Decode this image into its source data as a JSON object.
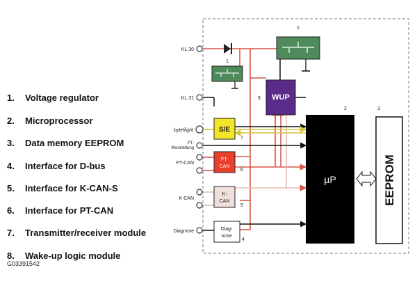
{
  "legend": [
    {
      "num": "1.",
      "label": "Voltage regulator"
    },
    {
      "num": "2.",
      "label": "Microprocessor"
    },
    {
      "num": "3.",
      "label": "Data memory EEPROM"
    },
    {
      "num": "4.",
      "label": "Interface for D-bus"
    },
    {
      "num": "5.",
      "label": "Interface for K-CAN-S"
    },
    {
      "num": "6.",
      "label": "Interface for PT-CAN"
    },
    {
      "num": "7.",
      "label": "Transmitter/receiver module"
    },
    {
      "num": "8.",
      "label": "Wake-up logic module"
    }
  ],
  "figure_code": "G03391542",
  "diagram": {
    "pins": {
      "kl30": "KL.30",
      "kl31": "KL.31",
      "byteflight": "byteflight",
      "pt_wakeup": "PT-\nWeckleitung",
      "pt_can": "PT-CAN",
      "k_can": "K-CAN",
      "diagnose": "Diagnose"
    },
    "blocks": {
      "se": "S/E",
      "wup": "WUP",
      "pt_can_line1": "PT-",
      "pt_can_line2": "CAN",
      "k_can_line1": "K-",
      "k_can_line2": "CAN",
      "diag_line1": "Diag-",
      "diag_line2": "nose",
      "microprocessor": "µP",
      "eeprom": "EEPROM"
    },
    "callouts": {
      "c1_top": "1",
      "c1_small": "1",
      "c2": "2",
      "c3": "3",
      "c4": "4",
      "c5": "5",
      "c6": "6",
      "c7": "7",
      "c8": "8"
    },
    "colors": {
      "regulator": "#4f8a5c",
      "wup": "#5b2b8c",
      "se": "#f3e62a",
      "pt_can_block": "#e8402a",
      "k_can_block": "#efe0dc",
      "supply_line": "#d9574a",
      "data_line": "#111111",
      "signal_yellow": "#d8c43a"
    }
  }
}
